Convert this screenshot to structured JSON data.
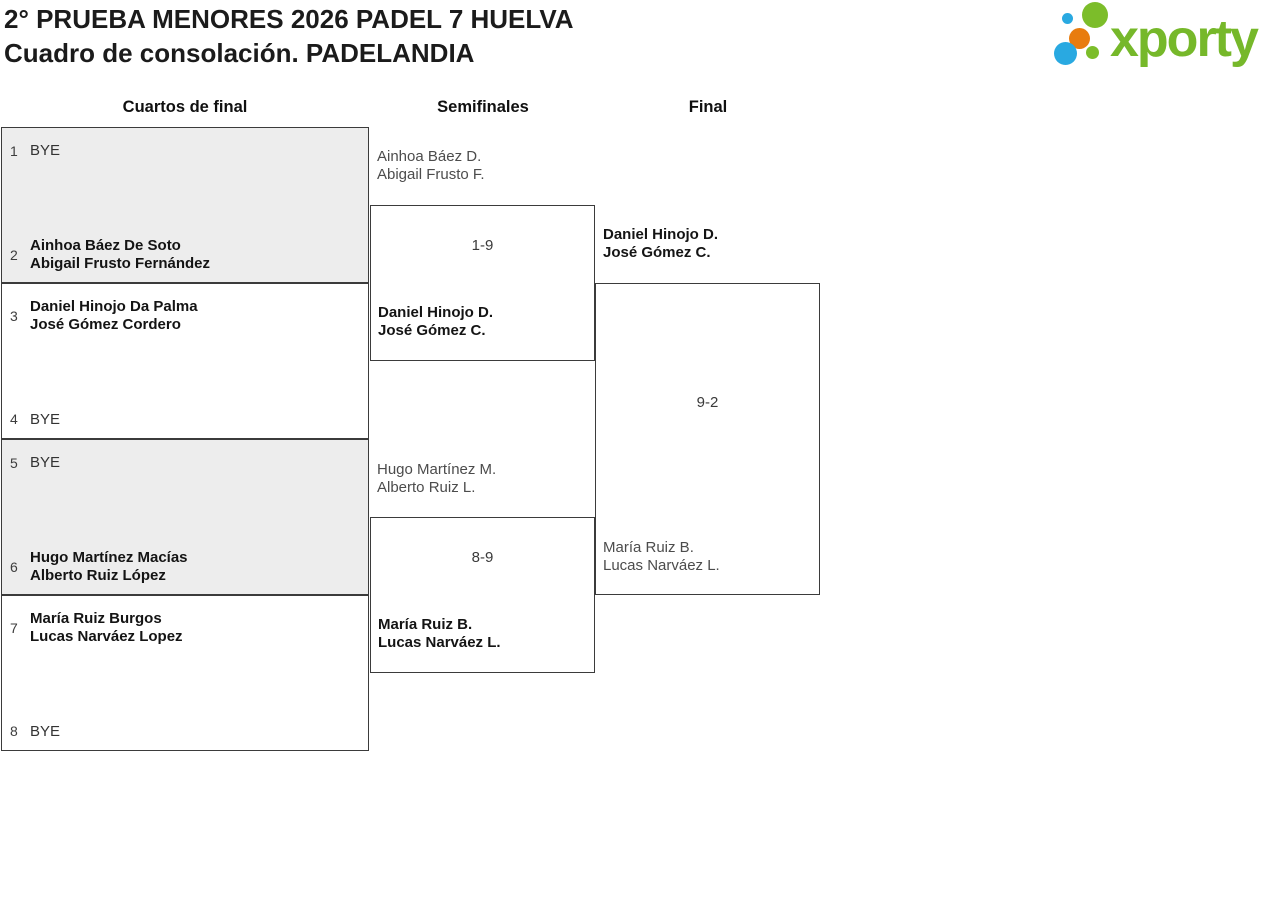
{
  "header": {
    "title": "2° PRUEBA MENORES 2026 PADEL 7 HUELVA",
    "subtitle": "Cuadro de consolación. PADELANDIA",
    "logo": {
      "wordmark": "xporty",
      "colors": {
        "green": "#76b82a",
        "blue": "#29a9e1",
        "orange": "#e87c0e"
      }
    }
  },
  "columns": {
    "quarterfinals": "Cuartos de final",
    "semifinals": "Semifinales",
    "final": "Final"
  },
  "bracket": {
    "quarterfinals": [
      {
        "slots": [
          {
            "seed": "1",
            "lines": [
              "BYE"
            ],
            "winner": false
          },
          {
            "seed": "2",
            "lines": [
              "Ainhoa Báez De Soto",
              "Abigail Frusto Fernández"
            ],
            "winner": true
          }
        ]
      },
      {
        "slots": [
          {
            "seed": "3",
            "lines": [
              "Daniel Hinojo Da Palma",
              "José Gómez Cordero"
            ],
            "winner": true
          },
          {
            "seed": "4",
            "lines": [
              "BYE"
            ],
            "winner": false
          }
        ]
      },
      {
        "slots": [
          {
            "seed": "5",
            "lines": [
              "BYE"
            ],
            "winner": false
          },
          {
            "seed": "6",
            "lines": [
              "Hugo Martínez Macías",
              "Alberto Ruiz López"
            ],
            "winner": true
          }
        ]
      },
      {
        "slots": [
          {
            "seed": "7",
            "lines": [
              "María Ruiz Burgos",
              "Lucas Narváez Lopez"
            ],
            "winner": true
          },
          {
            "seed": "8",
            "lines": [
              "BYE"
            ],
            "winner": false
          }
        ]
      }
    ],
    "semifinals": [
      {
        "entrant_top": [
          "Ainhoa Báez D.",
          "Abigail Frusto F."
        ],
        "score": "1-9",
        "winner": [
          "Daniel Hinojo D.",
          "José Gómez C."
        ]
      },
      {
        "entrant_top": [
          "Hugo Martínez M.",
          "Alberto Ruiz L."
        ],
        "score": "8-9",
        "winner": [
          "María Ruiz B.",
          "Lucas Narváez L."
        ]
      }
    ],
    "final": {
      "entrant_top": [
        "Daniel Hinojo D.",
        "José Gómez C."
      ],
      "entrant_bottom": [
        "María Ruiz B.",
        "Lucas Narváez L."
      ],
      "score": "9-2"
    }
  }
}
